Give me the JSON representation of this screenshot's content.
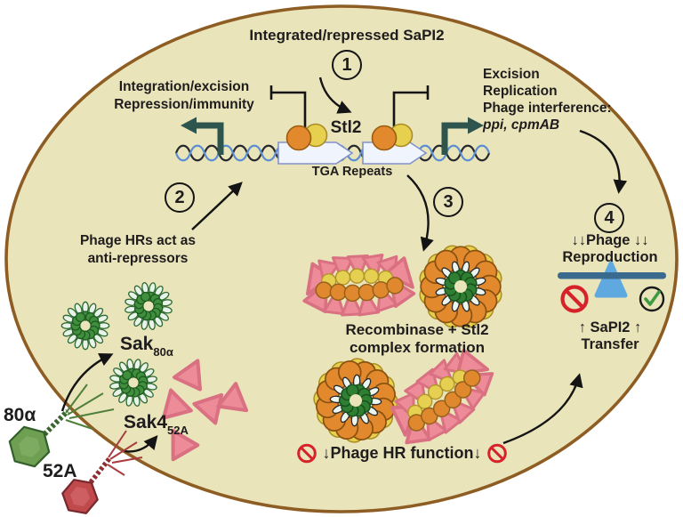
{
  "diagram": {
    "title": "Integrated/repressed SaPI2",
    "steps": {
      "s1": "1",
      "s2": "2",
      "s3": "3",
      "s4": "4"
    },
    "left_functions": {
      "line1": "Integration/excision",
      "line2": "Repression/immunity"
    },
    "right_functions": {
      "line1": "Excision",
      "line2": "Replication",
      "line3": "Phage interference:",
      "line4": "ppi, cpmAB"
    },
    "gene": {
      "protein": "Stl2",
      "repeats": "TGA Repeats"
    },
    "step2": {
      "line1": "Phage HRs act as",
      "line2": "anti-repressors"
    },
    "sak80": {
      "base": "Sak",
      "sub": "80α"
    },
    "sak4": {
      "base": "Sak4",
      "sub": "52A"
    },
    "phage_green_label": "80α",
    "phage_red_label": "52A",
    "complex": {
      "line1": "Recombinase + Stl2",
      "line2": "complex formation"
    },
    "hr_function": "↓Phage HR function↓",
    "outcome": {
      "phage_line1": "↓↓Phage ↓↓",
      "phage_line2": "Reproduction",
      "sapi_line1": "↑ SaPI2 ↑",
      "sapi_line2": "Transfer"
    },
    "icons": {
      "prohibition": "no-entry-circle-slash",
      "check": "green-check-circle",
      "balance": "seesaw-scale",
      "dna": "double-helix",
      "phage_green": "bacteriophage-80a",
      "phage_red": "bacteriophage-52A"
    },
    "colors": {
      "cell_fill": "#e9e4ba",
      "cell_membrane": "#8e5d23",
      "promoter_arrow": "#2e544e",
      "dna_blue": "#5b8fd1",
      "dna_dark": "#26292d",
      "protein_orange": "#e2892e",
      "protein_yellow": "#e7d04e",
      "hr_green": "#3f8f3c",
      "sak4_pink": "#ee8b99",
      "phage_green": "#6f9f53",
      "phage_red": "#c0494c",
      "scale_bar": "#3a6a8e",
      "fulcrum_blue": "#5fa8e0",
      "prohibit_red": "#d6232a",
      "check_green": "#3f9b41",
      "text": "#1e1c1d"
    }
  }
}
